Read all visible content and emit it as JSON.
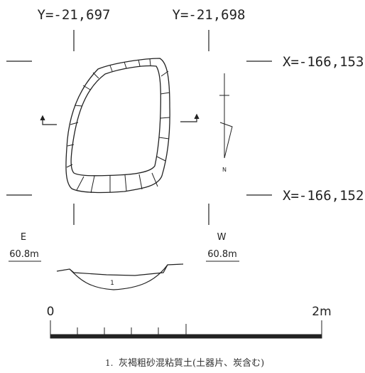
{
  "grid": {
    "y_left": "Y=-21,697",
    "y_right": "Y=-21,698",
    "x_top": "X=-166,153",
    "x_bottom": "X=-166,152"
  },
  "section": {
    "left_dir": "E",
    "left_elev": "60.8m",
    "right_dir": "W",
    "right_elev": "60.8m",
    "layer_number": "1"
  },
  "north_arrow": {
    "label": "N"
  },
  "scale_bar": {
    "start_label": "0",
    "end_label": "2m"
  },
  "legend": {
    "items": [
      {
        "number": "1.",
        "description": "灰褐粗砂混粘質土(土器片、炭含む)"
      }
    ]
  },
  "colors": {
    "ink": "#222222",
    "background": "#ffffff"
  }
}
